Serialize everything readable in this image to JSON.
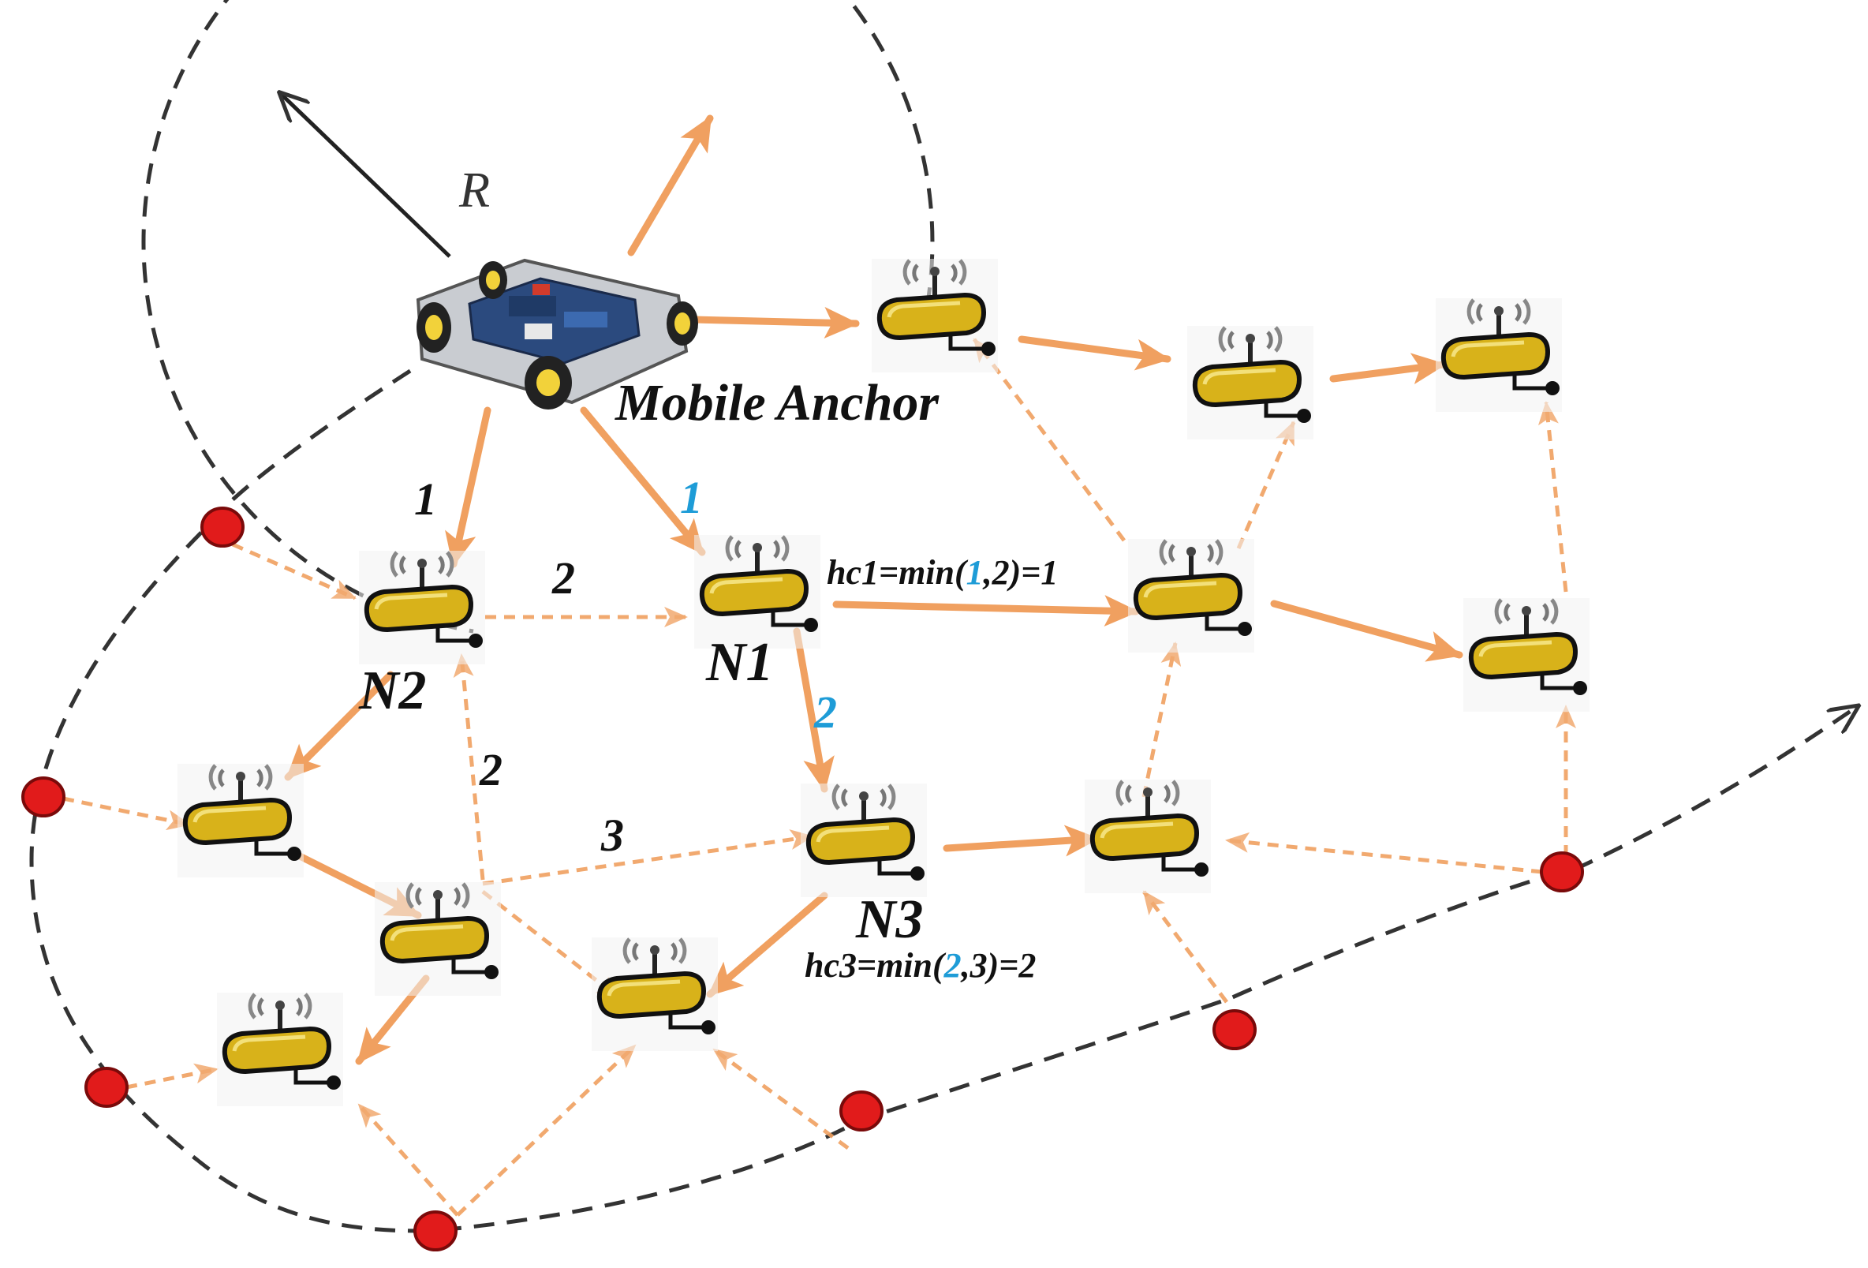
{
  "texts": {
    "radius": "R",
    "anchor": "Mobile Anchor",
    "n1": "N1",
    "n2": "N2",
    "n3": "N3"
  },
  "hop_labels": {
    "anchor_n2": "1",
    "anchor_n1": "1",
    "n2_n1": "2",
    "n1_n3": "2",
    "bl_n2": "2",
    "bl_n3": "3"
  },
  "formulas": {
    "hc1": {
      "prefix": "hc1=min(",
      "highlight": "1",
      "suffix": ",2)=1"
    },
    "hc3": {
      "prefix": "hc3=min(",
      "highlight": "2",
      "suffix": ",3)=2"
    }
  },
  "colors": {
    "arrow": "#F0A060",
    "dashed_path": "#333333",
    "anchor_point": "#E11B1B",
    "highlight_number": "#1E9CD7",
    "node_body": "#D8B21A"
  },
  "icons": {
    "node": "wireless-sensor-icon",
    "anchor": "robot-car-icon",
    "point": "anchor-point-icon"
  }
}
